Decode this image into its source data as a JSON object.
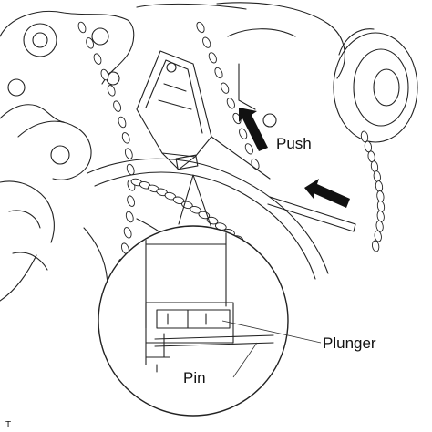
{
  "labels": {
    "push": "Push",
    "plunger": "Plunger",
    "pin": "Pin",
    "corner_mark": "T"
  },
  "colors": {
    "line": "#222222",
    "arrow_fill": "#111111",
    "background": "#ffffff"
  },
  "icons": {
    "push_arrow_up": "arrow-up-right-icon",
    "push_arrow_side": "arrow-down-left-icon"
  }
}
